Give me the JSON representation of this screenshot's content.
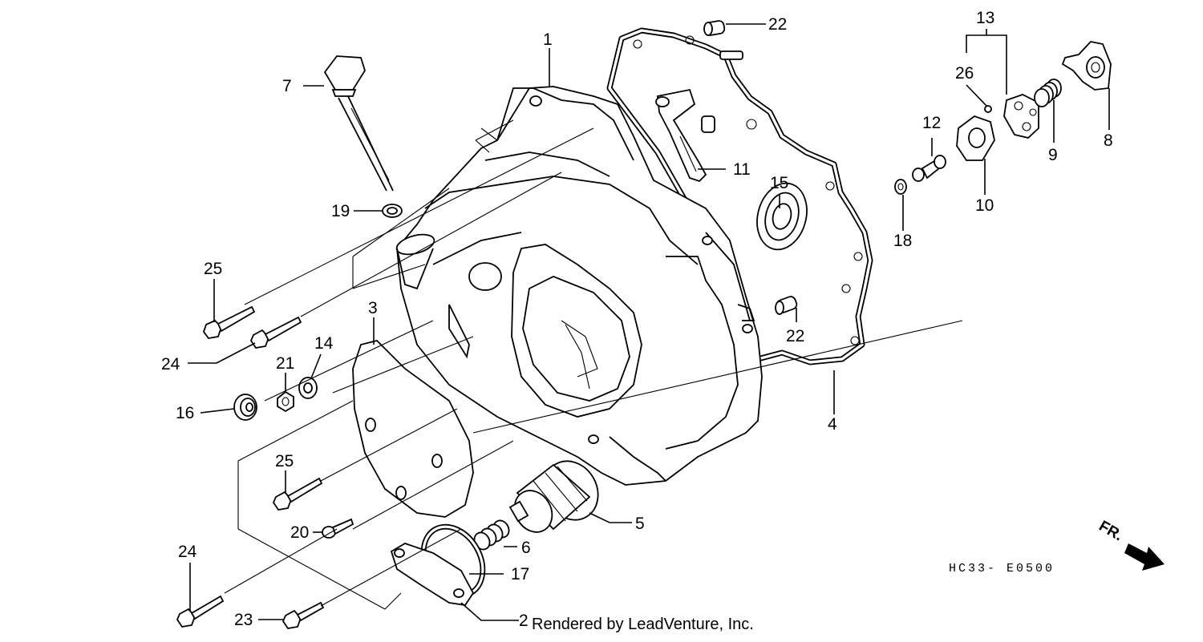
{
  "diagram": {
    "drawing_code": "HC33- E0500",
    "credit": "Rendered by LeadVenture, Inc.",
    "direction_label": "FR.",
    "callouts": [
      {
        "id": "c1",
        "label": "1"
      },
      {
        "id": "c2",
        "label": "2"
      },
      {
        "id": "c3",
        "label": "3"
      },
      {
        "id": "c4",
        "label": "4"
      },
      {
        "id": "c5",
        "label": "5"
      },
      {
        "id": "c6",
        "label": "6"
      },
      {
        "id": "c7",
        "label": "7"
      },
      {
        "id": "c8",
        "label": "8"
      },
      {
        "id": "c9",
        "label": "9"
      },
      {
        "id": "c10",
        "label": "10"
      },
      {
        "id": "c11",
        "label": "11"
      },
      {
        "id": "c12",
        "label": "12"
      },
      {
        "id": "c13",
        "label": "13"
      },
      {
        "id": "c14",
        "label": "14"
      },
      {
        "id": "c15",
        "label": "15"
      },
      {
        "id": "c16",
        "label": "16"
      },
      {
        "id": "c17",
        "label": "17"
      },
      {
        "id": "c18",
        "label": "18"
      },
      {
        "id": "c19",
        "label": "19"
      },
      {
        "id": "c20",
        "label": "20"
      },
      {
        "id": "c21",
        "label": "21"
      },
      {
        "id": "c22a",
        "label": "22"
      },
      {
        "id": "c22b",
        "label": "22"
      },
      {
        "id": "c23",
        "label": "23"
      },
      {
        "id": "c24a",
        "label": "24"
      },
      {
        "id": "c24b",
        "label": "24"
      },
      {
        "id": "c25a",
        "label": "25"
      },
      {
        "id": "c25b",
        "label": "25"
      },
      {
        "id": "c26",
        "label": "26"
      }
    ]
  }
}
